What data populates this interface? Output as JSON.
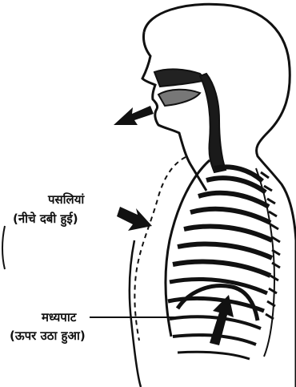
{
  "labels": {
    "ribs_title": "पसलियां",
    "ribs_note": "(नीचे दबी हुई)",
    "diaphragm_title": "मध्यपाट",
    "diaphragm_note": "(ऊपर उठा हुआ)"
  },
  "colors": {
    "ink": "#111111",
    "background": "#ffffff"
  }
}
